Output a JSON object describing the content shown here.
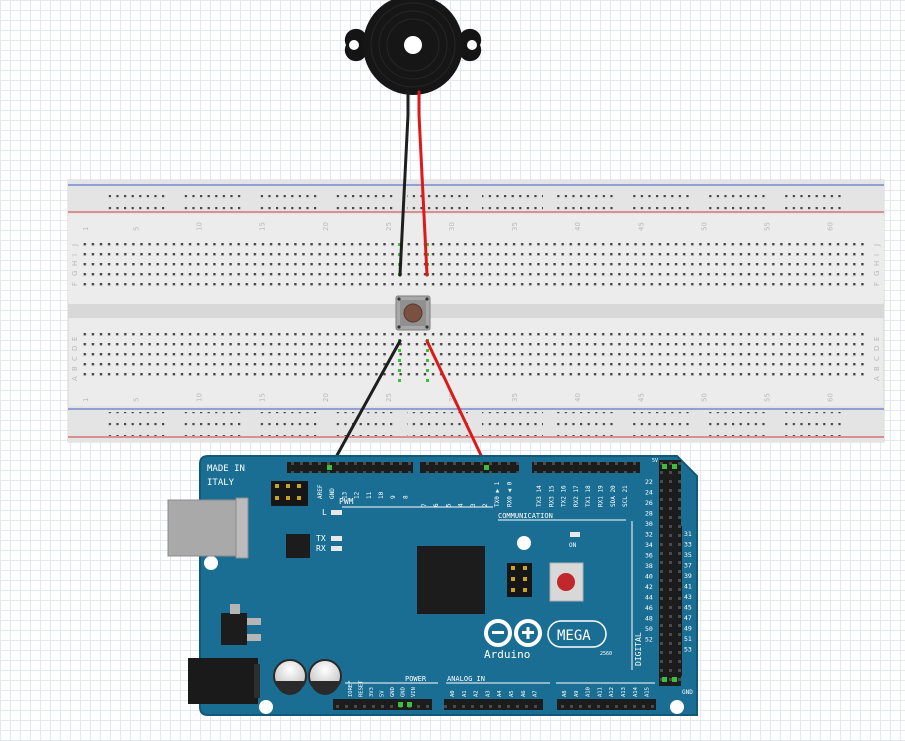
{
  "breadboard": {
    "column_numbers": [
      "1",
      "5",
      "10",
      "15",
      "20",
      "25",
      "30",
      "35",
      "40",
      "45",
      "50",
      "55",
      "60"
    ],
    "row_letters_top": [
      "J",
      "I",
      "H",
      "G",
      "F"
    ],
    "row_letters_bottom": [
      "E",
      "D",
      "C",
      "B",
      "A"
    ]
  },
  "arduino": {
    "made_in": "MADE IN",
    "country": "ITALY",
    "model": "MEGA",
    "brand": "Arduino",
    "model_number": "2560",
    "pwm_label": "PWM",
    "communication_label": "COMMUNICATION",
    "power_label": "POWER",
    "analog_label": "ANALOG IN",
    "digital_label": "DIGITAL",
    "on_label": "ON",
    "led_l": "L",
    "led_tx": "TX",
    "led_rx": "RX",
    "header_5v": "5V",
    "header_gnd": "GND",
    "top_header_left": [
      "AREF",
      "GND",
      "13",
      "12",
      "11",
      "10",
      "9",
      "8"
    ],
    "top_header_mid": [
      "7",
      "6",
      "5",
      "4",
      "3",
      "2",
      "TX0 ▶ 1",
      "RX0 ◀ 0"
    ],
    "top_header_comm": [
      "TX3 14",
      "RX3 15",
      "TX2 16",
      "RX2 17",
      "TX1 18",
      "RX1 19",
      "SDA 20",
      "SCL 21"
    ],
    "power_pins": [
      "IOREF",
      "RESET",
      "3V3",
      "5V",
      "GND",
      "GND",
      "VIN"
    ],
    "analog_pins_a": [
      "A0",
      "A1",
      "A2",
      "A3",
      "A4",
      "A5",
      "A6",
      "A7"
    ],
    "analog_pins_b": [
      "A8",
      "A9",
      "A10",
      "A11",
      "A12",
      "A13",
      "A14",
      "A15"
    ],
    "digital_left": [
      "22",
      "24",
      "26",
      "28",
      "30",
      "32",
      "34",
      "36",
      "38",
      "40",
      "42",
      "44",
      "46",
      "48",
      "50",
      "52"
    ],
    "digital_right": [
      "31",
      "33",
      "35",
      "37",
      "39",
      "41",
      "43",
      "45",
      "47",
      "49",
      "51",
      "53"
    ]
  },
  "colors": {
    "board": "#1a6e93",
    "board_edge": "#125877",
    "wire_black": "#1e1e1e",
    "wire_red": "#dc1a1a",
    "rail_blue": "#3d5ac8",
    "rail_red": "#d23c3c",
    "breadboard": "#ececec"
  },
  "components": [
    "piezo-buzzer-icon",
    "push-button-icon",
    "usb-port-icon",
    "dc-jack-icon",
    "capacitor-icon",
    "microcontroller-chip-icon",
    "reset-button-icon"
  ]
}
